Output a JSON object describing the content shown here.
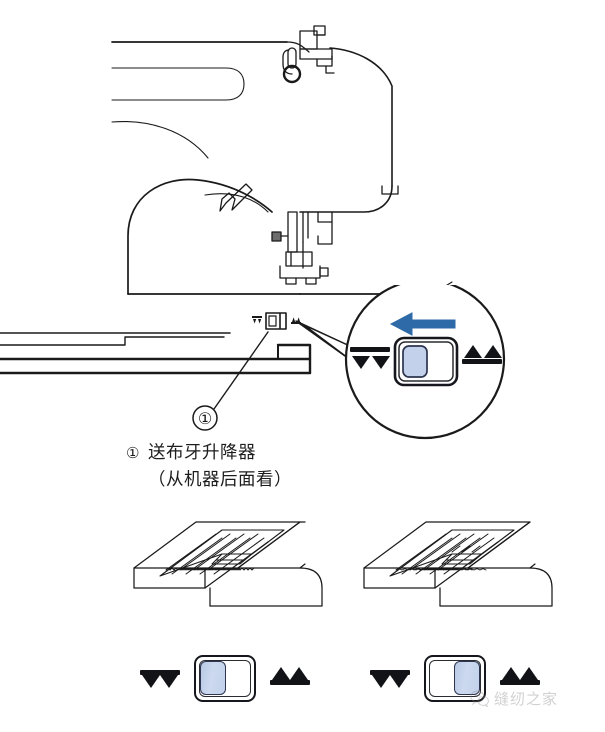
{
  "document": {
    "kind": "sewing-machine-manual-illustration",
    "language": "zh-CN"
  },
  "machine_figure": {
    "name": "sewing-machine-side-view",
    "description": "Line drawing of a sewing machine, side/front view showing arm, free arm, needle bar and presser foot"
  },
  "callout": {
    "marker": "①",
    "small_switch_label_left": "▼",
    "small_switch_label_right": "▲"
  },
  "magnifier": {
    "name": "detail-magnifier",
    "arrow_direction": "left",
    "arrow_color": "#2f6aa8",
    "knob_color": "#c3d2ea",
    "knob_border_color": "#2d3550",
    "switch_position": "left",
    "icon_left": "feed-dogs-lowered",
    "icon_right": "feed-dogs-raised"
  },
  "caption": {
    "number": "①",
    "line1": "送布牙升降器",
    "line2": "（从机器后面看）"
  },
  "plates": [
    {
      "name": "needle-plate-feed-dogs-raised",
      "description": "Needle plate drawing with the feed dogs visible above the plate surface"
    },
    {
      "name": "needle-plate-feed-dogs-lowered",
      "description": "Needle plate drawing with the feed dogs dropped below the plate surface"
    }
  ],
  "switch_states": [
    {
      "name": "switch-state-left",
      "position": "left",
      "icon_left": "feed-dogs-lowered",
      "icon_right": "feed-dogs-raised"
    },
    {
      "name": "switch-state-right",
      "position": "right",
      "icon_left": "feed-dogs-lowered",
      "icon_right": "feed-dogs-raised"
    }
  ],
  "watermark": {
    "icon": "wechat-icon",
    "text": "缝纫之家"
  },
  "colors": {
    "line": "#1a1a1a",
    "arrow_blue": "#2f6aa8",
    "knob_blue": "#c3d2ea",
    "watermark_gray": "#7a7a7a"
  }
}
